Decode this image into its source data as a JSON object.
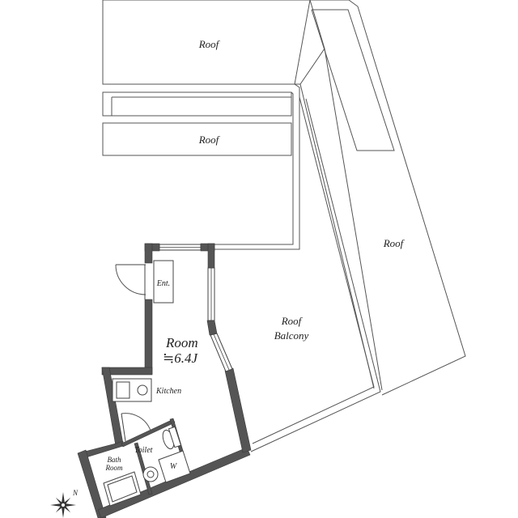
{
  "plan": {
    "labels": {
      "roof_top": "Roof",
      "roof_middle": "Roof",
      "roof_right": "Roof",
      "roof_balcony_line1": "Roof",
      "roof_balcony_line2": "Balcony",
      "room_name": "Room",
      "room_area": "≒6.4J",
      "entrance": "Ent.",
      "kitchen": "Kitchen",
      "toilet": "Toilet",
      "washer": "W",
      "bath_line1": "Bath",
      "bath_line2": "Room"
    },
    "compass": {
      "north": "N",
      "icon": "compass-rose-icon"
    },
    "colors": {
      "wall": "#555555",
      "line": "#555555"
    }
  }
}
